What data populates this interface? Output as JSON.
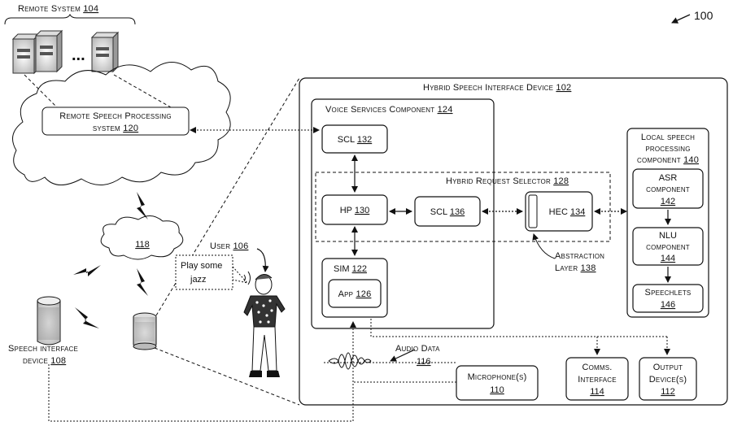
{
  "figure_ref": "100",
  "remote_system": {
    "label": "Remote System",
    "num": "104",
    "dots": "..."
  },
  "remote_speech": {
    "line1": "Remote Speech Processing",
    "line2": "system",
    "num": "120"
  },
  "network": {
    "num": "118"
  },
  "user": {
    "label": "User",
    "num": "106",
    "speech": [
      "Play some",
      "jazz"
    ]
  },
  "speech_device_108": {
    "line1": "Speech interface",
    "line2": "device",
    "num": "108"
  },
  "audio_data": {
    "label": "Audio Data",
    "num": "116"
  },
  "hybrid_device": {
    "label": "Hybrid Speech Interface Device",
    "num": "102"
  },
  "voice_services": {
    "label": "Voice Services Component",
    "num": "124"
  },
  "scl_132": {
    "label": "SCL",
    "num": "132"
  },
  "hybrid_selector": {
    "label": "Hybrid Request Selector",
    "num": "128"
  },
  "hp": {
    "label": "HP",
    "num": "130"
  },
  "scl_136": {
    "label": "SCL",
    "num": "136"
  },
  "hec": {
    "label": "HEC",
    "num": "134"
  },
  "sim": {
    "label": "SIM",
    "num": "122"
  },
  "app": {
    "label": "App",
    "num": "126"
  },
  "abstraction": {
    "line1": "Abstraction",
    "line2": "Layer",
    "num": "138"
  },
  "local_speech": {
    "line1": "Local speech",
    "line2": "processing",
    "line3": "component",
    "num": "140"
  },
  "asr": {
    "line1": "ASR",
    "line2": "component",
    "num": "142"
  },
  "nlu": {
    "line1": "NLU",
    "line2": "component",
    "num": "144"
  },
  "speechlets": {
    "label": "Speechlets",
    "num": "146"
  },
  "microphone": {
    "label": "Microphone(s)",
    "num": "110"
  },
  "comms": {
    "line1": "Comms.",
    "line2": "Interface",
    "num": "114"
  },
  "output": {
    "line1": "Output",
    "line2": "Device(s)",
    "num": "112"
  }
}
